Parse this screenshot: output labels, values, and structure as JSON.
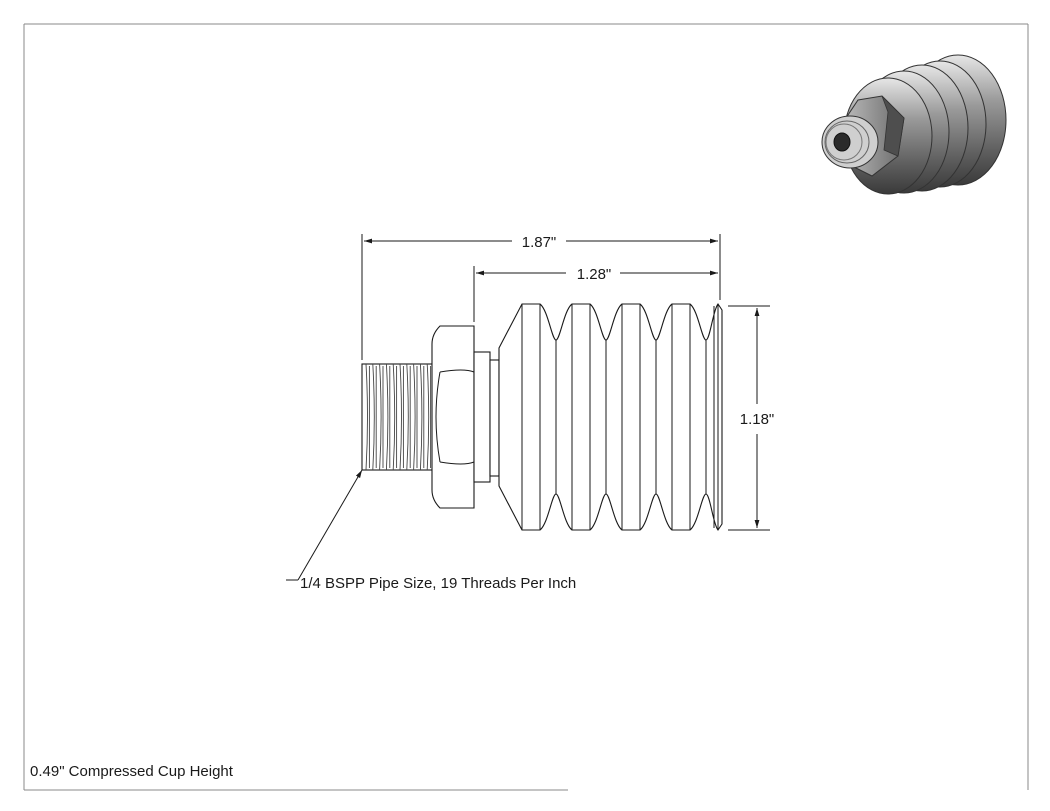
{
  "dimensions": {
    "overall_length": "1.87\"",
    "body_length": "1.28\"",
    "diameter": "1.18\""
  },
  "callouts": {
    "thread_note": "1/4 BSPP Pipe Size, 19 Threads Per Inch"
  },
  "footer": {
    "note": "0.49\" Compressed Cup Height"
  },
  "colors": {
    "line": "#1a1a1a",
    "shade_dark": "#5a5a5a",
    "shade_light": "#d8d8d8"
  }
}
